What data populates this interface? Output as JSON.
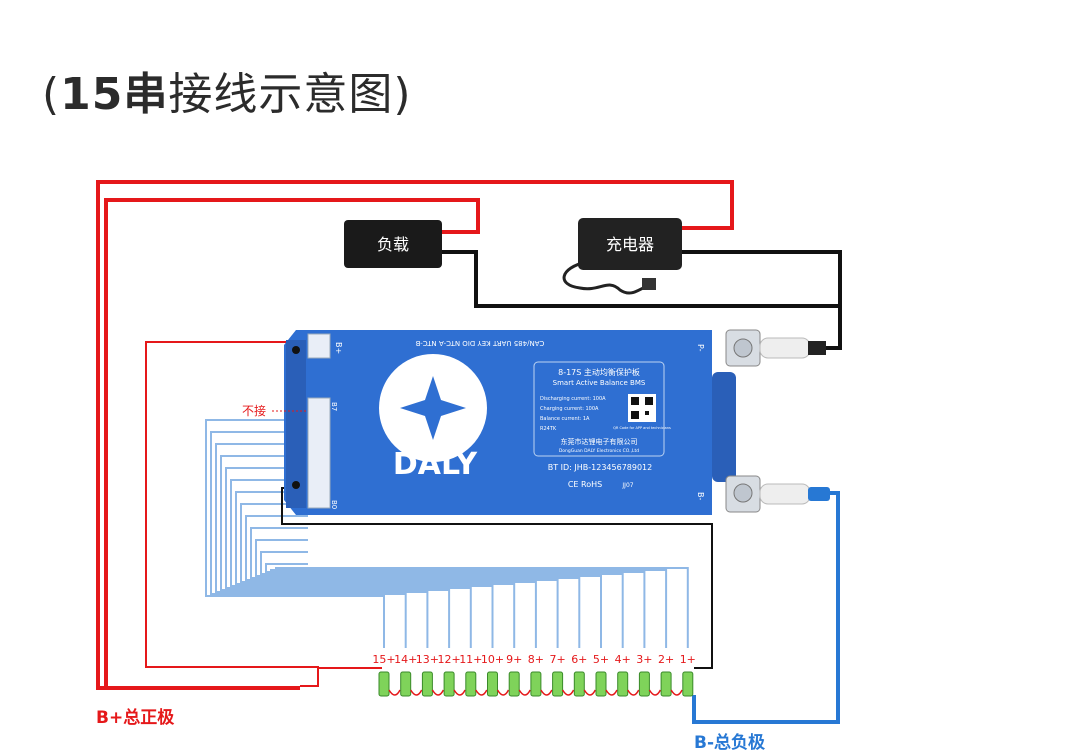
{
  "title": {
    "paren_open": "(",
    "bold": "15串",
    "rest": "接线示意图",
    "paren_close": ")"
  },
  "load_label": "负载",
  "charger_label": "充电器",
  "not_connected_label": "不接",
  "positive_label": "B+总正极",
  "negative_label": "B-总负极",
  "bms": {
    "port_labels": "CAN/485  UART  KEY  DIO  NTC-A  NTC-B",
    "b_plus_top": "B+",
    "b7_label": "B7",
    "b0_label": "B0",
    "p_minus": "P-",
    "b_minus": "B-",
    "brand": "DALY",
    "model": "8-17S 主动均衡保护板",
    "model_en": "Smart Active Balance BMS",
    "specs": [
      "Discharging current: 100A",
      "Charging current: 100A",
      "Balance current: 1A",
      "R24TK"
    ],
    "qr_note": "QR Code for APP and technicians",
    "company": "东莞市达锂电子有限公司",
    "company_en": "DongGuan DALY Electronics CO.,Ltd",
    "bt_id": "BT ID: JHB-123456789012",
    "cert": "CE  RoHS",
    "code": "JJ07"
  },
  "cell_labels": [
    "15+",
    "14+",
    "13+",
    "12+",
    "11+",
    "10+",
    "9+",
    "8+",
    "7+",
    "6+",
    "5+",
    "4+",
    "3+",
    "2+",
    "1+"
  ],
  "colors": {
    "positive": "#e5181a",
    "negative": "#2778d4",
    "black": "#111111",
    "bms_blue": "#2f6fd2",
    "cell_green": "#7fd35a"
  }
}
